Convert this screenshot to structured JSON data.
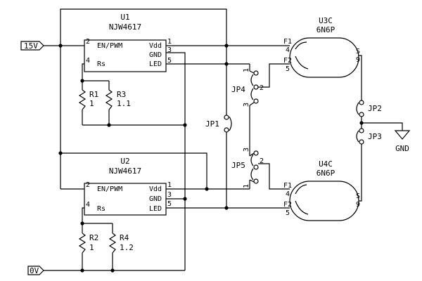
{
  "u1": {
    "ref": "U1",
    "part": "NJW4617",
    "pin_en": "EN/PWM",
    "pin_vdd": "Vdd",
    "pin_gnd": "GND",
    "pin_led": "LED",
    "pin_rs": "Rs",
    "n_en": "2",
    "n_vdd": "1",
    "n_gnd": "3",
    "n_led": "5",
    "n_rs": "4"
  },
  "u2": {
    "ref": "U2",
    "part": "NJW4617",
    "pin_en": "EN/PWM",
    "pin_vdd": "Vdd",
    "pin_gnd": "GND",
    "pin_led": "LED",
    "pin_rs": "Rs",
    "n_en": "2",
    "n_vdd": "1",
    "n_gnd": "3",
    "n_led": "5",
    "n_rs": "4"
  },
  "u3c": {
    "ref": "U3C",
    "part": "6N6P",
    "f1": "F1",
    "f1n": "4",
    "f2": "F2",
    "f2n": "5",
    "s": "S",
    "sn": "9"
  },
  "u4c": {
    "ref": "U4C",
    "part": "6N6P",
    "f1": "F1",
    "f1n": "4",
    "f2": "F2",
    "f2n": "5",
    "s": "S",
    "sn": "9"
  },
  "r1": {
    "ref": "R1",
    "val": "1"
  },
  "r2": {
    "ref": "R2",
    "val": "1"
  },
  "r3": {
    "ref": "R3",
    "val": "1.1"
  },
  "r4": {
    "ref": "R4",
    "val": "1.2"
  },
  "jp1": {
    "ref": "JP1"
  },
  "jp2": {
    "ref": "JP2"
  },
  "jp3": {
    "ref": "JP3"
  },
  "jp4": {
    "ref": "JP4",
    "p1": "1",
    "p2": "2",
    "p3": "3"
  },
  "jp5": {
    "ref": "JP5",
    "p1": "1",
    "p2": "2",
    "p3": "3"
  },
  "ports": {
    "v15": "15V",
    "v0": "0V"
  },
  "gnd": {
    "label": "GND"
  }
}
